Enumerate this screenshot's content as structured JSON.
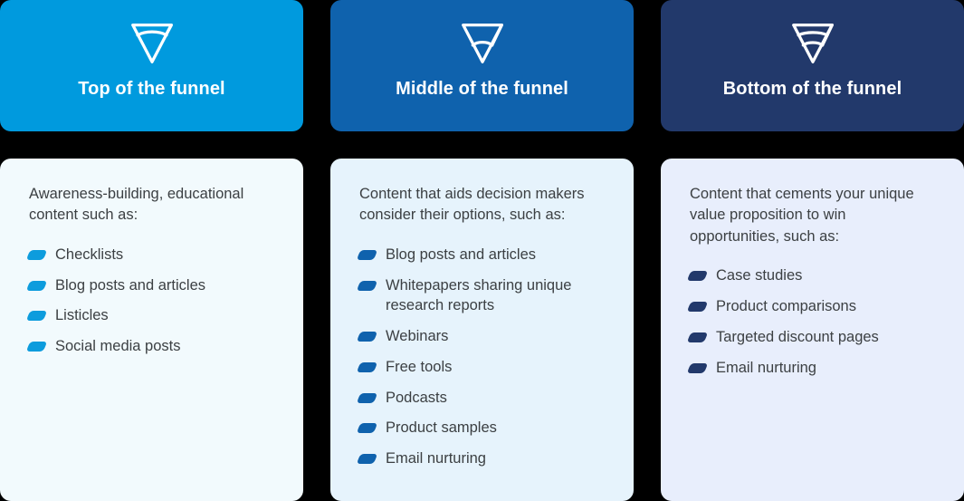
{
  "columns": [
    {
      "id": "tofu",
      "icon_name": "funnel-icon-top",
      "title": "Top of the funnel",
      "accent": "#009ade",
      "body_bg": "#f2fafd",
      "bullet_color": "#0d9cdd",
      "intro": "Awareness-building, educational content such as:",
      "items": [
        "Checklists",
        "Blog posts and articles",
        "Listicles",
        "Social media posts"
      ]
    },
    {
      "id": "mofu",
      "icon_name": "funnel-icon-middle",
      "title": "Middle of the funnel",
      "accent": "#0f62ad",
      "body_bg": "#e6f3fc",
      "bullet_color": "#0f62ad",
      "intro": "Content that aids decision makers consider their options, such as:",
      "items": [
        "Blog posts and articles",
        "Whitepapers sharing unique research reports",
        "Webinars",
        "Free tools",
        "Podcasts",
        "Product samples",
        "Email nurturing"
      ]
    },
    {
      "id": "bofu",
      "icon_name": "funnel-icon-bottom",
      "title": "Bottom of the funnel",
      "accent": "#22396b",
      "body_bg": "#e8eefc",
      "bullet_color": "#22396b",
      "intro": "Content that cements your unique value proposition to win opportunities, such as:",
      "items": [
        "Case studies",
        "Product comparisons",
        "Targeted discount pages",
        "Email nurturing"
      ]
    }
  ]
}
